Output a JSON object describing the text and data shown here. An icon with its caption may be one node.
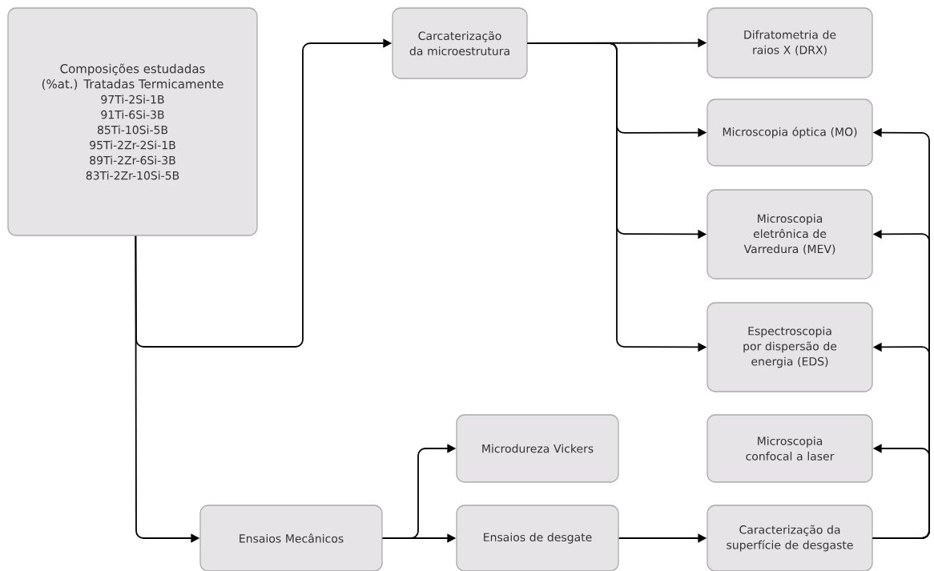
{
  "diagram": {
    "nodes": [
      {
        "text": [
          "Composições estudadas (%at.) Tratadas Termicamente",
          "97Ti-2Si-1B",
          "91Ti-6Si-3B",
          "85Ti-10Si-5B",
          "95Ti-2Zr-2Si-1B",
          "89Ti-2Zr-6Si-3B",
          "83Ti-2Zr-10Si-5B"
        ]
      },
      {
        "text": [
          "Carcaterização da microestrutura"
        ]
      },
      {
        "text": [
          "Difratometria de raios X (DRX)"
        ]
      },
      {
        "text": [
          "Microscopia óptica (MO)"
        ]
      },
      {
        "text": [
          "Microscopia eletrônica de Varredura (MEV)"
        ]
      },
      {
        "text": [
          "Espectroscopia por dispersão de energia (EDS)"
        ]
      },
      {
        "text": [
          "Microscopia confocal a laser"
        ]
      },
      {
        "text": [
          "Microdureza Vickers"
        ]
      },
      {
        "text": [
          "Ensaios Mecânicos"
        ]
      },
      {
        "text": [
          "Ensaios de desgate"
        ]
      },
      {
        "text": [
          "Caracterização da superfície de desgaste"
        ]
      }
    ],
    "edges": [
      {
        "from": 0,
        "to": 1,
        "arrow": "to"
      },
      {
        "from": 0,
        "to": 8,
        "arrow": "to"
      },
      {
        "from": 1,
        "to": 2,
        "arrow": "to"
      },
      {
        "from": 1,
        "to": 3,
        "arrow": "to"
      },
      {
        "from": 1,
        "to": 4,
        "arrow": "to"
      },
      {
        "from": 1,
        "to": 5,
        "arrow": "to"
      },
      {
        "from": 8,
        "to": 7,
        "arrow": "to"
      },
      {
        "from": 8,
        "to": 9,
        "arrow": "to"
      },
      {
        "from": 9,
        "to": 10,
        "arrow": "to"
      },
      {
        "from": 10,
        "to": 3,
        "arrow": "to"
      },
      {
        "from": 10,
        "to": 4,
        "arrow": "to"
      },
      {
        "from": 10,
        "to": 5,
        "arrow": "to"
      },
      {
        "from": 10,
        "to": 6,
        "arrow": "to"
      }
    ]
  }
}
